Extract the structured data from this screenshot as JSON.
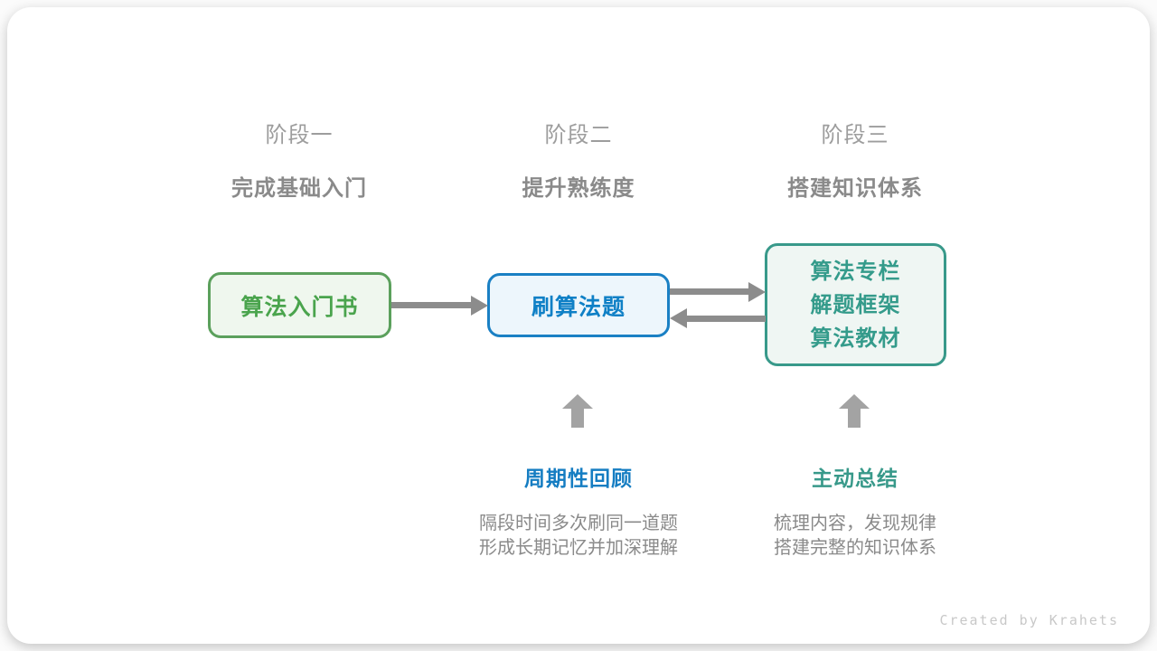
{
  "stages": [
    {
      "label": "阶段一",
      "subtitle": "完成基础入门"
    },
    {
      "label": "阶段二",
      "subtitle": "提升熟练度"
    },
    {
      "label": "阶段三",
      "subtitle": "搭建知识体系"
    }
  ],
  "boxes": {
    "intro": {
      "text": "算法入门书"
    },
    "practice": {
      "text": "刷算法题"
    },
    "system": {
      "lines": [
        "算法专栏",
        "解题框架",
        "算法教材"
      ]
    }
  },
  "annotations": {
    "review": {
      "title": "周期性回顾",
      "desc_line1": "隔段时间多次刷同一道题",
      "desc_line2": "形成长期记忆并加深理解"
    },
    "summary": {
      "title": "主动总结",
      "desc_line1": "梳理内容，发现规律",
      "desc_line2": "搭建完整的知识体系"
    }
  },
  "footer": {
    "credit": "Created by Krahets"
  },
  "colors": {
    "green_border": "#5ba05c",
    "green_text": "#4aa44d",
    "green_bg": "#eff7ee",
    "blue_border": "#1a80c4",
    "blue_text": "#0f80c6",
    "blue_bg": "#edf6fc",
    "teal_border": "#38998a",
    "teal_text": "#349b8b",
    "teal_bg": "#eff6f3",
    "arrow_gray": "#8c8c8c",
    "up_arrow_gray": "#a3a3a3",
    "header_gray": "#9d9d9d",
    "desc_gray": "#8a8a8a",
    "credit_gray": "#c8c8c8"
  }
}
